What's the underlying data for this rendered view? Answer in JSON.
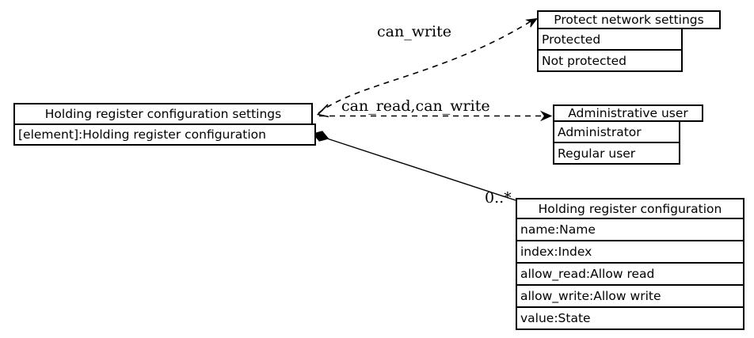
{
  "diagram": {
    "nodes": {
      "settings": {
        "header": "Holding register configuration settings",
        "rows": [
          "[element]:Holding register configuration"
        ]
      },
      "protect": {
        "header": "Protect network settings",
        "rows": [
          "Protected",
          "Not protected"
        ]
      },
      "admin": {
        "header": "Administrative user",
        "rows": [
          "Administrator",
          "Regular user"
        ]
      },
      "register": {
        "header": "Holding register configuration",
        "rows": [
          "name:Name",
          "index:Index",
          "allow_read:Allow read",
          "allow_write:Allow write",
          "value:State"
        ]
      }
    },
    "edges": {
      "can_write_label": "can_write",
      "can_read_write_label": "can_read,can_write",
      "multiplicity_label": "0..*"
    },
    "colors": {
      "line": "#000000",
      "background": "#ffffff",
      "text": "#000000"
    }
  }
}
